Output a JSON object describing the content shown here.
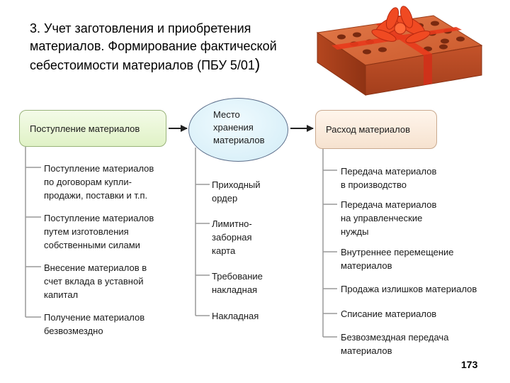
{
  "title": {
    "main": "3. Учет заготовления и приобретения материалов. Формирование фактической себестоимости материалов (ПБУ 5/01",
    "paren": ")"
  },
  "diagram": {
    "left_box": "Поступление материалов",
    "center_lines": [
      "Место",
      "хранения",
      "материалов"
    ],
    "right_box": "Расход материалов",
    "left_items": [
      "Поступление материалов\nпо договорам купли-\nпродажи, поставки и т.п.",
      "Поступление материалов\nпутем изготовления\nсобственными силами",
      "Внесение материалов в\nсчет вклада в уставной\nкапитал",
      "Получение материалов\nбезвозмездно"
    ],
    "center_items": [
      "Приходный\nордер",
      "Лимитно-\nзаборная\nкарта",
      "Требование\nнакладная",
      "Накладная"
    ],
    "right_items": [
      "Передача материалов\nв производство",
      "Передача материалов\nна управленческие\nнужды",
      "Внутреннее перемещение\nматериалов",
      "Продажа излишков материалов",
      "Списание материалов",
      "Безвозмездная передача\nматериалов"
    ]
  },
  "page_number": "173",
  "colors": {
    "left_box_fill": "#e0f2c6",
    "right_box_fill": "#f6e2cf",
    "ellipse_fill": "#d2ecf6",
    "brick": "#c8562a",
    "ribbon": "#e83a1c"
  },
  "icons": {
    "brick": "brick-with-bow-icon"
  }
}
